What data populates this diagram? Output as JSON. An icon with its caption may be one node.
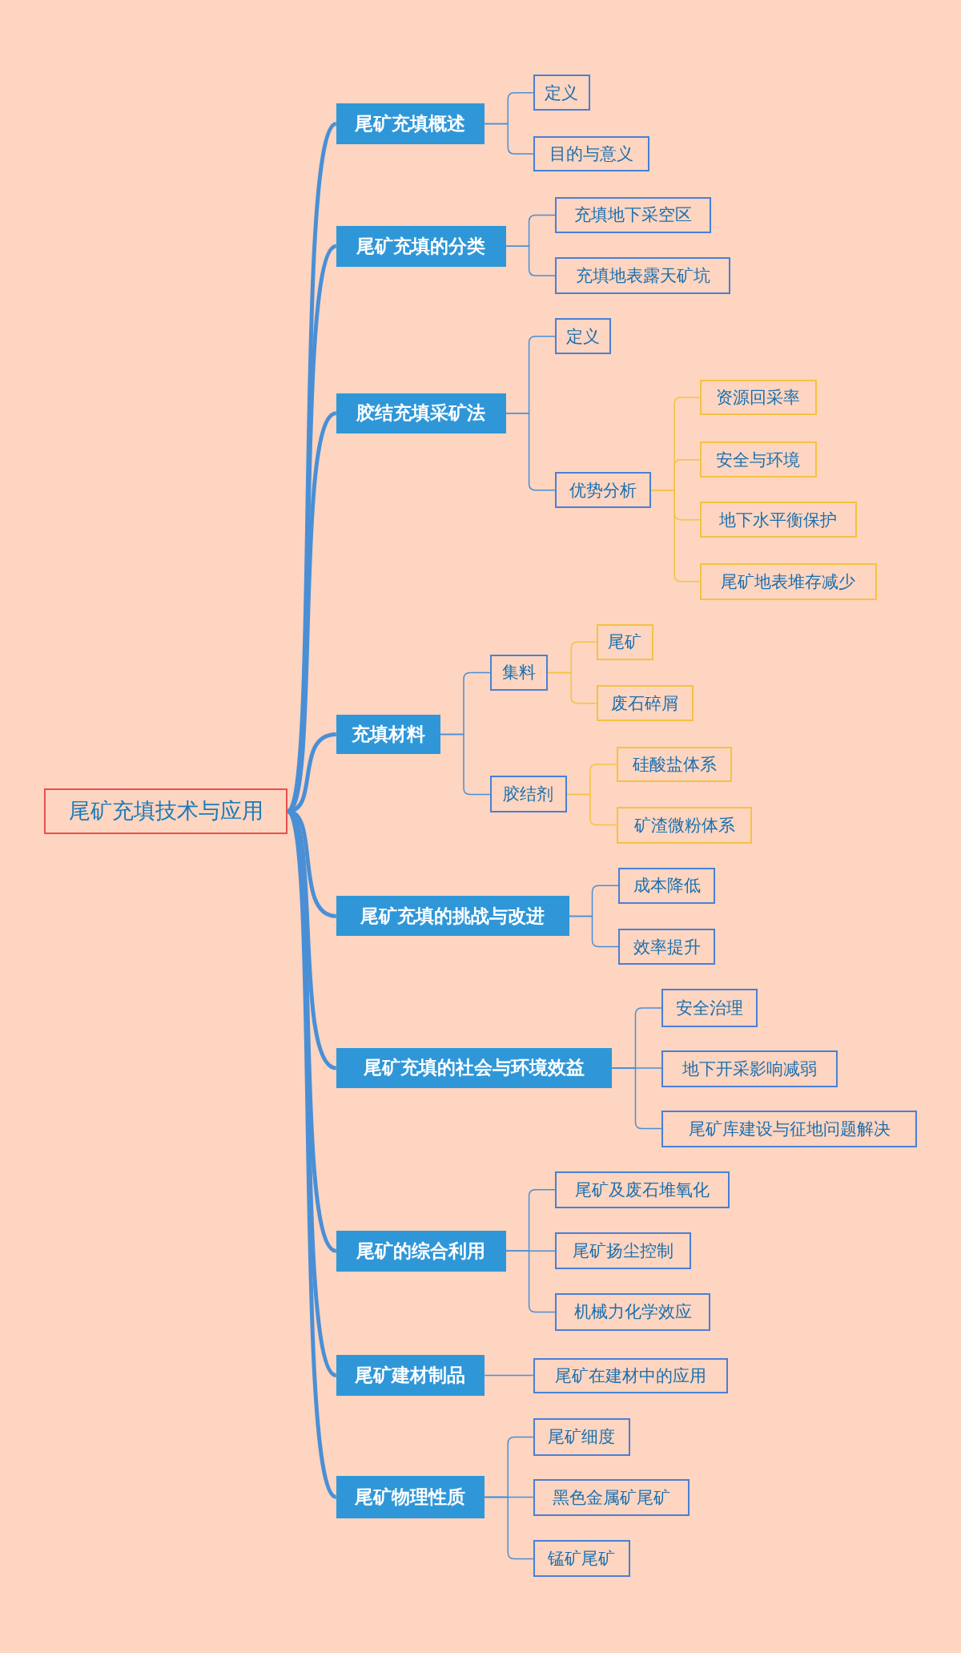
{
  "diagram": {
    "nodes": [
      {
        "text": [
          "尾矿充填技术与应用"
        ]
      },
      {
        "text": [
          "尾矿充填概述"
        ]
      },
      {
        "text": [
          "定义"
        ]
      },
      {
        "text": [
          "目的与意义"
        ]
      },
      {
        "text": [
          "尾矿充填的分类"
        ]
      },
      {
        "text": [
          "充填地下采空区"
        ]
      },
      {
        "text": [
          "充填地表露天矿坑"
        ]
      },
      {
        "text": [
          "胶结充填采矿法"
        ]
      },
      {
        "text": [
          "定义"
        ]
      },
      {
        "text": [
          "优势分析"
        ]
      },
      {
        "text": [
          "资源回采率"
        ]
      },
      {
        "text": [
          "安全与环境"
        ]
      },
      {
        "text": [
          "地下水平衡保护"
        ]
      },
      {
        "text": [
          "尾矿地表堆存减少"
        ]
      },
      {
        "text": [
          "充填材料"
        ]
      },
      {
        "text": [
          "集料"
        ]
      },
      {
        "text": [
          "尾矿"
        ]
      },
      {
        "text": [
          "废石碎屑"
        ]
      },
      {
        "text": [
          "胶结剂"
        ]
      },
      {
        "text": [
          "硅酸盐体系"
        ]
      },
      {
        "text": [
          "矿渣微粉体系"
        ]
      },
      {
        "text": [
          "尾矿充填的挑战与改进"
        ]
      },
      {
        "text": [
          "成本降低"
        ]
      },
      {
        "text": [
          "效率提升"
        ]
      },
      {
        "text": [
          "尾矿充填的社会与环境效益"
        ]
      },
      {
        "text": [
          "安全治理"
        ]
      },
      {
        "text": [
          "地下开采影响减弱"
        ]
      },
      {
        "text": [
          "尾矿库建设与征地问题解决"
        ]
      },
      {
        "text": [
          "尾矿的综合利用"
        ]
      },
      {
        "text": [
          "尾矿及废石堆氧化"
        ]
      },
      {
        "text": [
          "尾矿扬尘控制"
        ]
      },
      {
        "text": [
          "机械力化学效应"
        ]
      },
      {
        "text": [
          "尾矿建材制品"
        ]
      },
      {
        "text": [
          "尾矿在建材中的应用"
        ]
      },
      {
        "text": [
          "尾矿物理性质"
        ]
      },
      {
        "text": [
          "尾矿细度"
        ]
      },
      {
        "text": [
          "黑色金属矿尾矿"
        ]
      },
      {
        "text": [
          "锰矿尾矿"
        ]
      }
    ],
    "edges": [
      {
        "from": 0,
        "to": 1,
        "arrow": "none",
        "style": "thick"
      },
      {
        "from": 1,
        "to": 2,
        "arrow": "none"
      },
      {
        "from": 1,
        "to": 3,
        "arrow": "none"
      },
      {
        "from": 0,
        "to": 4,
        "arrow": "none",
        "style": "thick"
      },
      {
        "from": 4,
        "to": 5,
        "arrow": "none"
      },
      {
        "from": 4,
        "to": 6,
        "arrow": "none"
      },
      {
        "from": 0,
        "to": 7,
        "arrow": "none",
        "style": "thick"
      },
      {
        "from": 7,
        "to": 8,
        "arrow": "none"
      },
      {
        "from": 7,
        "to": 9,
        "arrow": "none"
      },
      {
        "from": 9,
        "to": 10,
        "arrow": "none",
        "color": "#f5c242"
      },
      {
        "from": 9,
        "to": 11,
        "arrow": "none",
        "color": "#f5c242"
      },
      {
        "from": 9,
        "to": 12,
        "arrow": "none",
        "color": "#f5c242"
      },
      {
        "from": 9,
        "to": 13,
        "arrow": "none",
        "color": "#f5c242"
      },
      {
        "from": 0,
        "to": 14,
        "arrow": "none",
        "style": "thick"
      },
      {
        "from": 14,
        "to": 15,
        "arrow": "none"
      },
      {
        "from": 15,
        "to": 16,
        "arrow": "none",
        "color": "#f5c242"
      },
      {
        "from": 15,
        "to": 17,
        "arrow": "none",
        "color": "#f5c242"
      },
      {
        "from": 14,
        "to": 18,
        "arrow": "none"
      },
      {
        "from": 18,
        "to": 19,
        "arrow": "none",
        "color": "#f5c242"
      },
      {
        "from": 18,
        "to": 20,
        "arrow": "none",
        "color": "#f5c242"
      },
      {
        "from": 0,
        "to": 21,
        "arrow": "none",
        "style": "thick"
      },
      {
        "from": 21,
        "to": 22,
        "arrow": "none"
      },
      {
        "from": 21,
        "to": 23,
        "arrow": "none"
      },
      {
        "from": 0,
        "to": 24,
        "arrow": "none",
        "style": "thick"
      },
      {
        "from": 24,
        "to": 25,
        "arrow": "none"
      },
      {
        "from": 24,
        "to": 26,
        "arrow": "none"
      },
      {
        "from": 24,
        "to": 27,
        "arrow": "none"
      },
      {
        "from": 0,
        "to": 28,
        "arrow": "none",
        "style": "thick"
      },
      {
        "from": 28,
        "to": 29,
        "arrow": "none"
      },
      {
        "from": 28,
        "to": 30,
        "arrow": "none"
      },
      {
        "from": 28,
        "to": 31,
        "arrow": "none"
      },
      {
        "from": 0,
        "to": 32,
        "arrow": "none",
        "style": "thick"
      },
      {
        "from": 32,
        "to": 33,
        "arrow": "none"
      },
      {
        "from": 0,
        "to": 34,
        "arrow": "none",
        "style": "thick"
      },
      {
        "from": 34,
        "to": 35,
        "arrow": "none"
      },
      {
        "from": 34,
        "to": 36,
        "arrow": "none"
      },
      {
        "from": 34,
        "to": 37,
        "arrow": "none"
      }
    ]
  }
}
